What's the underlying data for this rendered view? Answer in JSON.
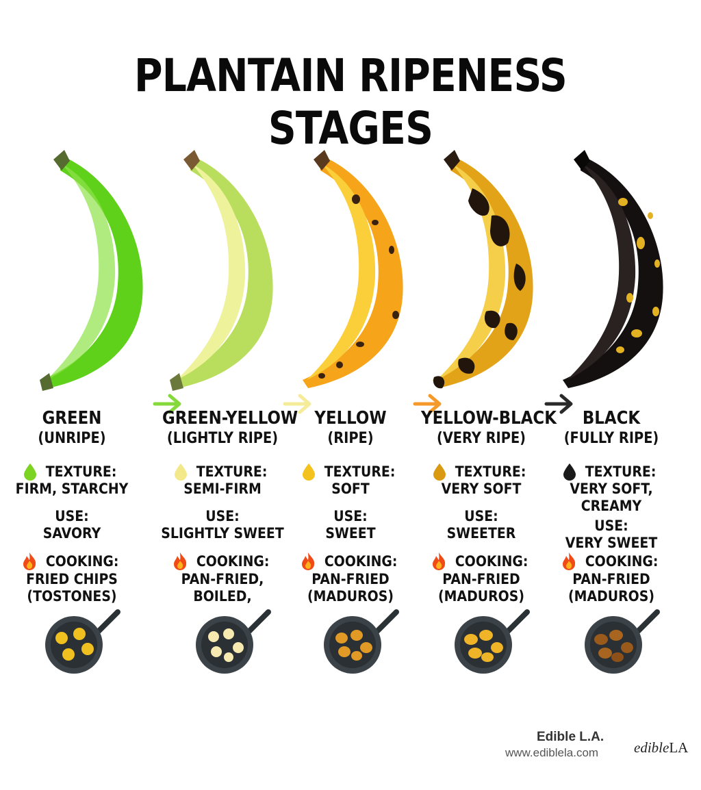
{
  "title": "PLANTAIN RIPENESS STAGES",
  "stages": [
    {
      "name": "GREEN",
      "sub": "(UNRIPE)",
      "texture_label": "TEXTURE:",
      "texture": [
        "FIRM, STARCHY"
      ],
      "use_label": "USE:",
      "use": "SAVORY",
      "cooking_label": "COOKING:",
      "cooking": [
        "FRIED CHIPS",
        "(TOSTONES)"
      ],
      "drop_color": "#7dd321"
    },
    {
      "name": "GREEN-YELLOW",
      "sub": "(LIGHTLY RIPE)",
      "texture_label": "TEXTURE:",
      "texture": [
        "SEMI-FIRM"
      ],
      "use_label": "USE:",
      "use": "SLIGHTLY SWEET",
      "cooking_label": "COOKING:",
      "cooking": [
        "PAN-FRIED,",
        "BOILED,"
      ],
      "drop_color": "#f3e98a"
    },
    {
      "name": "YELLOW",
      "sub": "(RIPE)",
      "texture_label": "TEXTURE:",
      "texture": [
        "SOFT"
      ],
      "use_label": "USE:",
      "use": "SWEET",
      "cooking_label": "COOKING:",
      "cooking": [
        "PAN-FRIED",
        "(MADUROS)"
      ],
      "drop_color": "#f4c21c"
    },
    {
      "name": "YELLOW-BLACK",
      "sub": "(VERY RIPE)",
      "texture_label": "TEXTURE:",
      "texture": [
        "VERY SOFT"
      ],
      "use_label": "USE:",
      "use": "SWEETER",
      "cooking_label": "COOKING:",
      "cooking": [
        "PAN-FRIED",
        "(MADUROS)"
      ],
      "drop_color": "#d99a12"
    },
    {
      "name": "BLACK",
      "sub": "(FULLY RIPE)",
      "texture_label": "TEXTURE:",
      "texture": [
        "VERY SOFT,",
        "CREAMY"
      ],
      "use_label": "USE:",
      "use": "VERY SWEET",
      "cooking_label": "COOKING:",
      "cooking": [
        "PAN-FRIED",
        "(MADUROS)"
      ],
      "drop_color": "#1a1a1a"
    }
  ],
  "footer": {
    "brand": "Edible L.A.",
    "site": "www.ediblela.com",
    "logo_prefix": "edible",
    "logo_suffix": "LA"
  },
  "colors": {
    "arrow_1": "#86d93a",
    "arrow_2": "#f5ec9a",
    "arrow_3": "#f59a2a",
    "arrow_4": "#2a2a2a"
  }
}
